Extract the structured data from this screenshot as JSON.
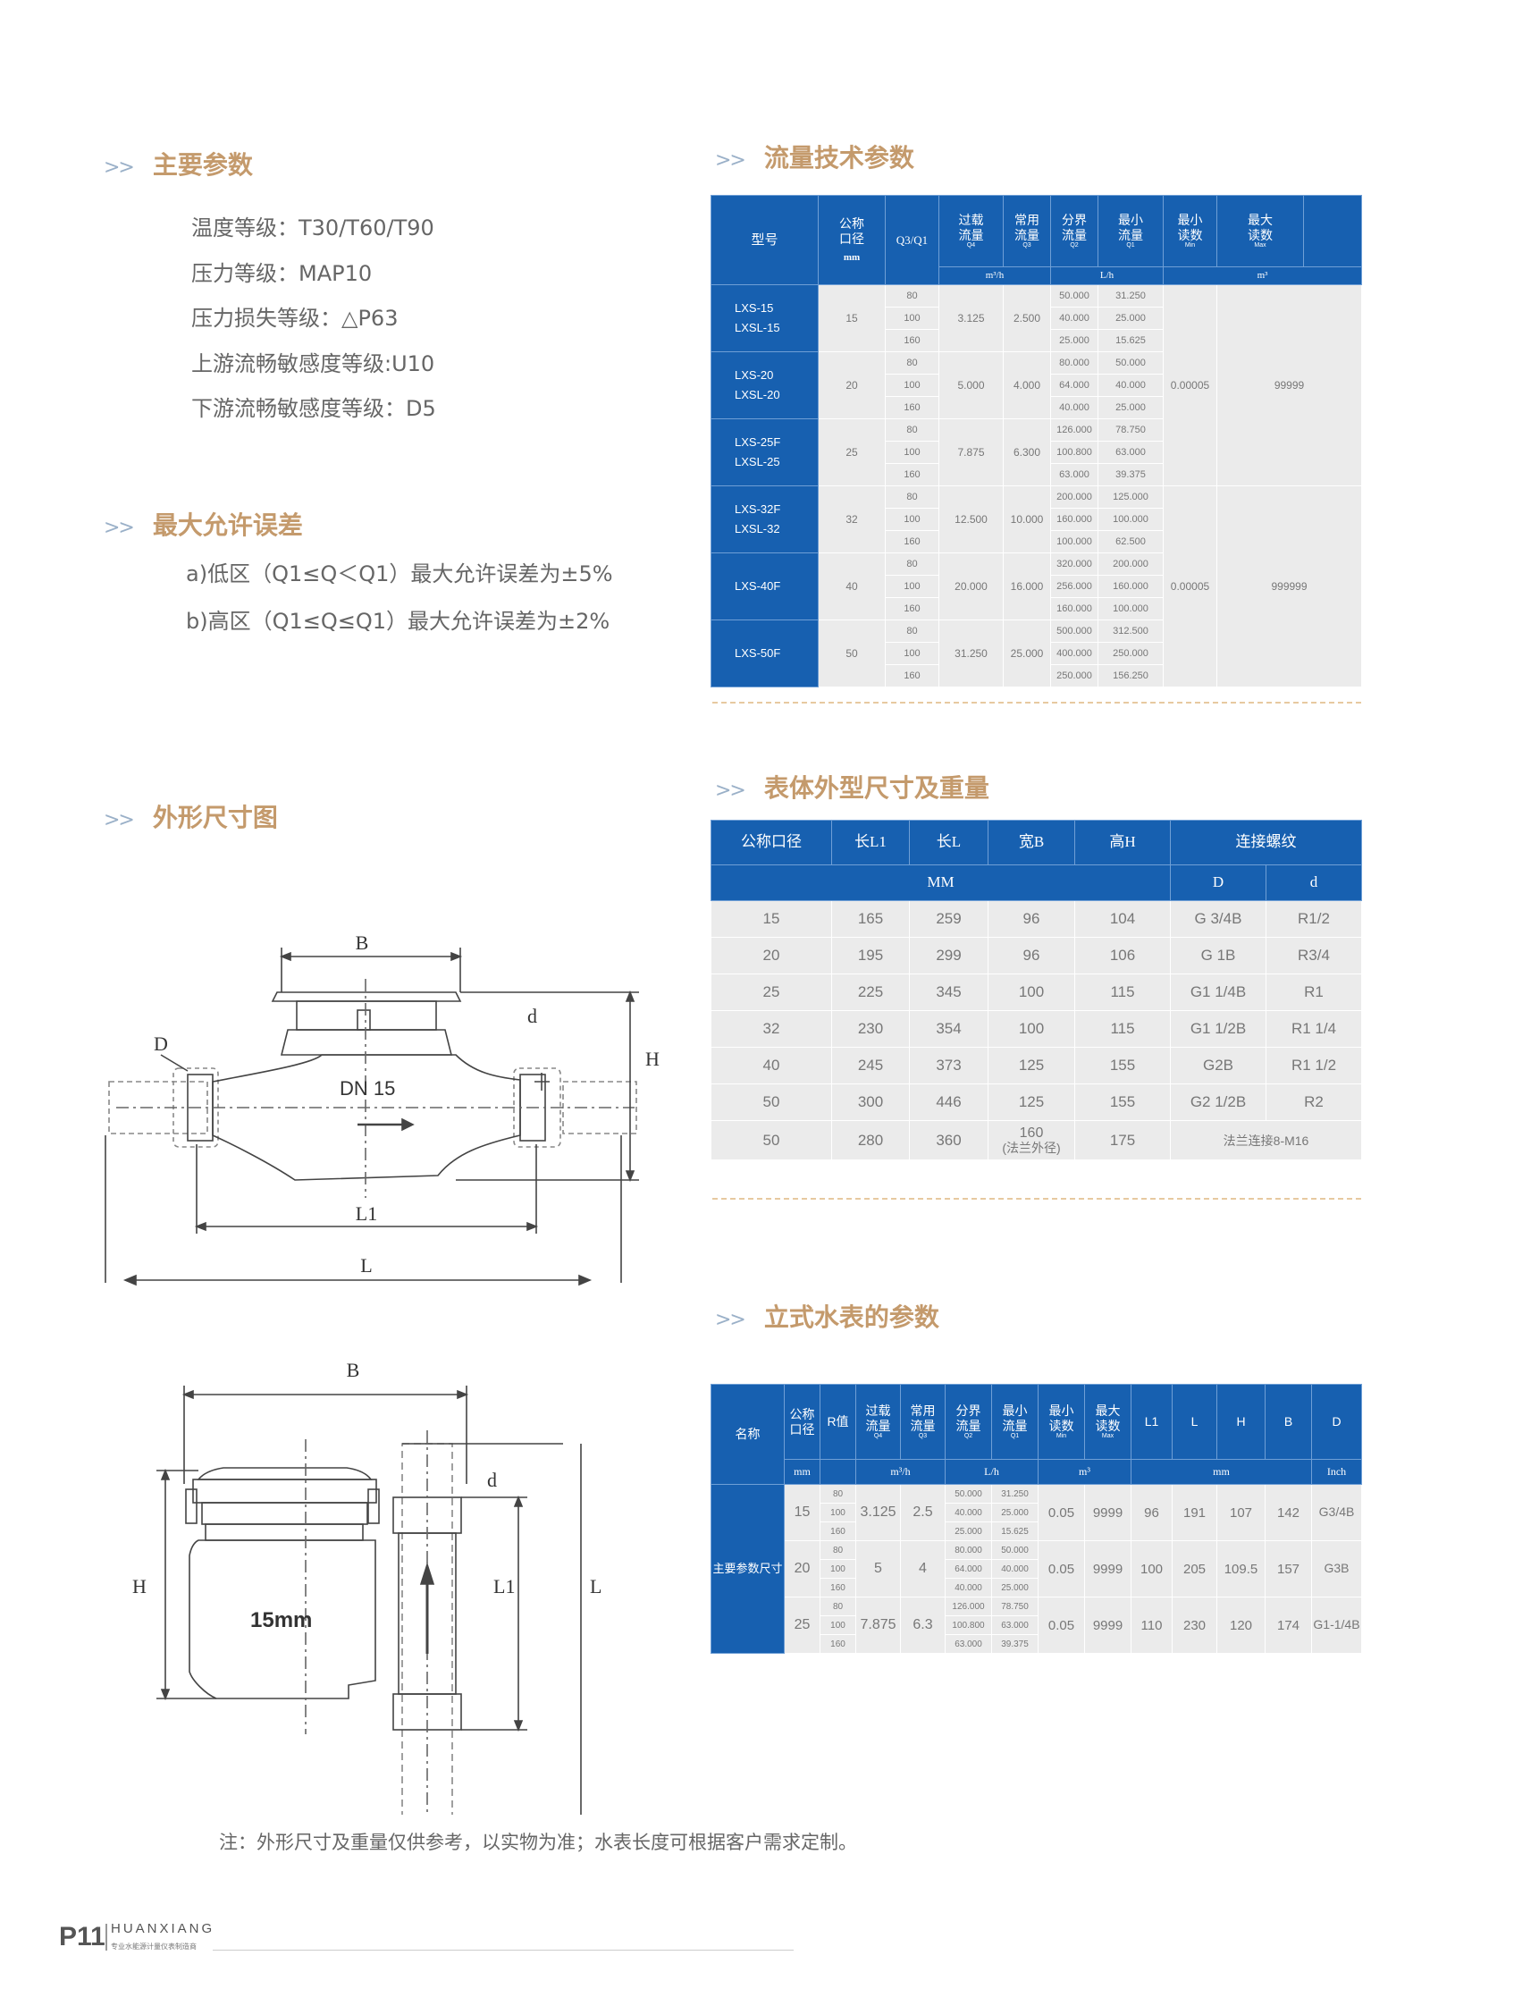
{
  "main_params": {
    "title": "主要参数",
    "items": [
      "温度等级：T30/T60/T90",
      "压力等级：MAP10",
      "压力损失等级：△P63",
      "上游流畅敏感度等级:U10",
      "下游流畅敏感度等级：D5"
    ]
  },
  "max_error": {
    "title": "最大允许误差",
    "items": [
      "a)低区（Q1≤Q＜Q1）最大允许误差为±5%",
      "b)高区（Q1≤Q≤Q1）最大允许误差为±2%"
    ]
  },
  "outline": {
    "title": "外形尺寸图"
  },
  "chevron": ">>",
  "flow_table": {
    "title": "流量技术参数",
    "headers": {
      "model": "型号",
      "nominal": "公称口径",
      "mm": "mm",
      "ratio": "Q3/Q1",
      "overload": "过载流量",
      "common": "常用流量",
      "boundary": "分界流量",
      "minimum": "最小流量",
      "min_read": "最小读数",
      "max_read": "最大读数",
      "sub_q4": "Q4",
      "sub_q3": "Q3",
      "sub_q2": "Q2",
      "sub_q1": "Q1",
      "sub_min": "Min",
      "sub_max": "Max",
      "unit_m3h": "m³/h",
      "unit_lh": "L/h",
      "unit_m3": "m³"
    },
    "rows": [
      {
        "model": "LXS-15\nLXSL-15",
        "dn": "15",
        "q4": "3.125",
        "q3": "2.500",
        "r": [
          "80",
          "100",
          "160"
        ],
        "q2": [
          "50.000",
          "40.000",
          "25.000"
        ],
        "q1": [
          "31.250",
          "25.000",
          "15.625"
        ]
      },
      {
        "model": "LXS-20\nLXSL-20",
        "dn": "20",
        "q4": "5.000",
        "q3": "4.000",
        "r": [
          "80",
          "100",
          "160"
        ],
        "q2": [
          "80.000",
          "64.000",
          "40.000"
        ],
        "q1": [
          "50.000",
          "40.000",
          "25.000"
        ]
      },
      {
        "model": "LXS-25F\nLXSL-25",
        "dn": "25",
        "q4": "7.875",
        "q3": "6.300",
        "r": [
          "80",
          "100",
          "160"
        ],
        "q2": [
          "126.000",
          "100.800",
          "63.000"
        ],
        "q1": [
          "78.750",
          "63.000",
          "39.375"
        ]
      },
      {
        "model": "LXS-32F\nLXSL-32",
        "dn": "32",
        "q4": "12.500",
        "q3": "10.000",
        "r": [
          "80",
          "100",
          "160"
        ],
        "q2": [
          "200.000",
          "160.000",
          "100.000"
        ],
        "q1": [
          "125.000",
          "100.000",
          "62.500"
        ]
      },
      {
        "model": "LXS-40F",
        "dn": "40",
        "q4": "20.000",
        "q3": "16.000",
        "r": [
          "80",
          "100",
          "160"
        ],
        "q2": [
          "320.000",
          "256.000",
          "160.000"
        ],
        "q1": [
          "200.000",
          "160.000",
          "100.000"
        ]
      },
      {
        "model": "LXS-50F",
        "dn": "50",
        "q4": "31.250",
        "q3": "25.000",
        "r": [
          "80",
          "100",
          "160"
        ],
        "q2": [
          "500.000",
          "400.000",
          "250.000"
        ],
        "q1": [
          "312.500",
          "250.000",
          "156.250"
        ]
      }
    ],
    "min_read": [
      "0.00005",
      "0.00005"
    ],
    "max_read": [
      "99999",
      "999999"
    ]
  },
  "dim_table": {
    "title": "表体外型尺寸及重量",
    "headers": {
      "nominal": "公称口径",
      "l1": "长L1",
      "l": "长L",
      "b": "宽B",
      "h": "高H",
      "thread": "连接螺纹",
      "mm": "MM",
      "D": "D",
      "d": "d"
    },
    "rows": [
      [
        "15",
        "165",
        "259",
        "96",
        "104",
        "G 3/4B",
        "R1/2"
      ],
      [
        "20",
        "195",
        "299",
        "96",
        "106",
        "G 1B",
        "R3/4"
      ],
      [
        "25",
        "225",
        "345",
        "100",
        "115",
        "G1 1/4B",
        "R1"
      ],
      [
        "32",
        "230",
        "354",
        "100",
        "115",
        "G1 1/2B",
        "R1 1/4"
      ],
      [
        "40",
        "245",
        "373",
        "125",
        "155",
        "G2B",
        "R1 1/2"
      ],
      [
        "50",
        "300",
        "446",
        "125",
        "155",
        "G2 1/2B",
        "R2"
      ]
    ],
    "last_row": {
      "dn": "50",
      "l1": "280",
      "l": "360",
      "b": "160",
      "b_note": "(法兰外径)",
      "h": "175",
      "thread": "法兰连接8-M16"
    }
  },
  "vertical_table": {
    "title": "立式水表的参数",
    "headers": {
      "name": "名称",
      "nominal": "公称口径",
      "r": "R值",
      "overload": "过载流量",
      "common": "常用流量",
      "boundary": "分界流量",
      "minimum": "最小流量",
      "min_read": "最小读数",
      "max_read": "最大读数",
      "l1": "L1",
      "l": "L",
      "h": "H",
      "b": "B",
      "d": "D",
      "sub_q4": "Q4",
      "sub_q3": "Q3",
      "sub_q2": "Q2",
      "sub_q1": "Q1",
      "sub_min": "Min",
      "sub_max": "Max",
      "u_mm": "mm",
      "u_m3h": "m³/h",
      "u_lh": "L/h",
      "u_m3": "m³",
      "u_mm2": "mm",
      "u_inch": "Inch"
    },
    "row_label": "主要参数尺寸",
    "rows": [
      {
        "dn": "15",
        "r": [
          "80",
          "100",
          "160"
        ],
        "q4": "3.125",
        "q3": "2.5",
        "q2": [
          "50.000",
          "40.000",
          "25.000"
        ],
        "q1": [
          "31.250",
          "25.000",
          "15.625"
        ],
        "min": "0.05",
        "max": "9999",
        "l1": "96",
        "l": "191",
        "h": "107",
        "b": "142",
        "d": "G3/4B"
      },
      {
        "dn": "20",
        "r": [
          "80",
          "100",
          "160"
        ],
        "q4": "5",
        "q3": "4",
        "q2": [
          "80.000",
          "64.000",
          "40.000"
        ],
        "q1": [
          "50.000",
          "40.000",
          "25.000"
        ],
        "min": "0.05",
        "max": "9999",
        "l1": "100",
        "l": "205",
        "h": "109.5",
        "b": "157",
        "d": "G3B"
      },
      {
        "dn": "25",
        "r": [
          "80",
          "100",
          "160"
        ],
        "q4": "7.875",
        "q3": "6.3",
        "q2": [
          "126.000",
          "100.800",
          "63.000"
        ],
        "q1": [
          "78.750",
          "63.000",
          "39.375"
        ],
        "min": "0.05",
        "max": "9999",
        "l1": "110",
        "l": "230",
        "h": "120",
        "b": "174",
        "d": "G1-1/4B"
      }
    ]
  },
  "drawing1": {
    "B": "B",
    "D": "D",
    "d": "d",
    "H": "H",
    "dn": "DN 15",
    "L1": "L1",
    "L": "L"
  },
  "drawing2": {
    "B": "B",
    "H": "H",
    "L1": "L1",
    "L": "L",
    "d": "d",
    "size": "15mm"
  },
  "note": "注：外形尺寸及重量仅供参考，以实物为准；水表长度可根据客户需求定制。",
  "footer": {
    "page": "P11",
    "brand": "HUANXIANG",
    "tagline": "专业水能源计量仪表制造商"
  }
}
